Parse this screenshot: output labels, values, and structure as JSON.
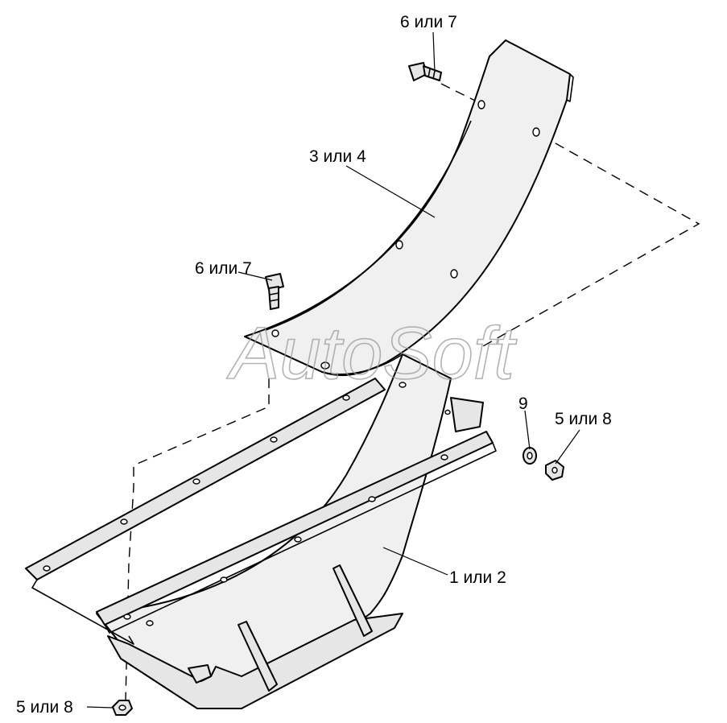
{
  "diagram": {
    "labels": {
      "bolt_top": "6 или 7",
      "fender_upper": "3 или 4",
      "bolt_mid": "6 или 7",
      "washer": "9",
      "nut_right": "5 или 8",
      "fender_lower": "1 или 2",
      "nut_bottom": "5 или 8"
    },
    "watermark": "AutoSoft",
    "colors": {
      "line": "#000000",
      "fill": "#e6e6e6",
      "background": "#ffffff",
      "watermark": "#9a9a9a"
    }
  }
}
